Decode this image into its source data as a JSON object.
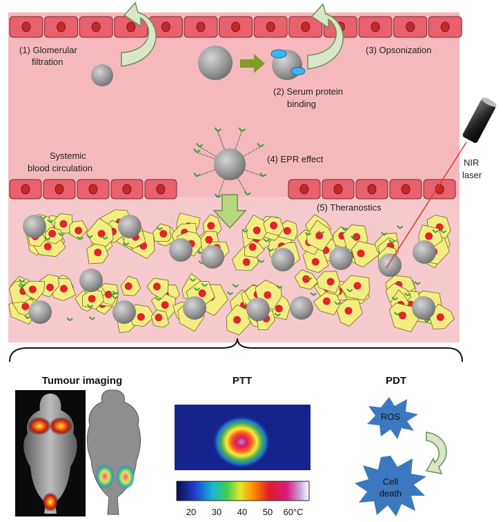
{
  "steps": {
    "glomerular_1": "(1) Glomerular",
    "glomerular_2": "filtration",
    "serum_1": "(2) Serum protein",
    "serum_2": "binding",
    "opsonization": "(3) Opsonization",
    "epr": "(4) EPR effect",
    "theranostics": "(5) Theranostics"
  },
  "systemic": {
    "line1": "Systemic",
    "line2": "blood circulation"
  },
  "laser": {
    "line1": "NIR",
    "line2": "laser"
  },
  "panels": {
    "imaging": "Tumour imaging",
    "ptt": "PTT",
    "pdt": "PDT"
  },
  "pdt": {
    "ros": "ROS",
    "cell_1": "Cell",
    "cell_2": "death"
  },
  "colorbar": {
    "ticks": [
      "20",
      "30",
      "40",
      "50",
      "60°C"
    ]
  },
  "colors": {
    "vessel_bg": "#f5b9bd",
    "endothelial": "#e8616c",
    "nucleus": "#c62828",
    "nanoparticle": "#9a9a9a",
    "tumour_cell": "#f4ee82",
    "arrow_green": "#7f9d2a",
    "star_blue": "#3b78c0",
    "laser_red": "#e53935"
  }
}
